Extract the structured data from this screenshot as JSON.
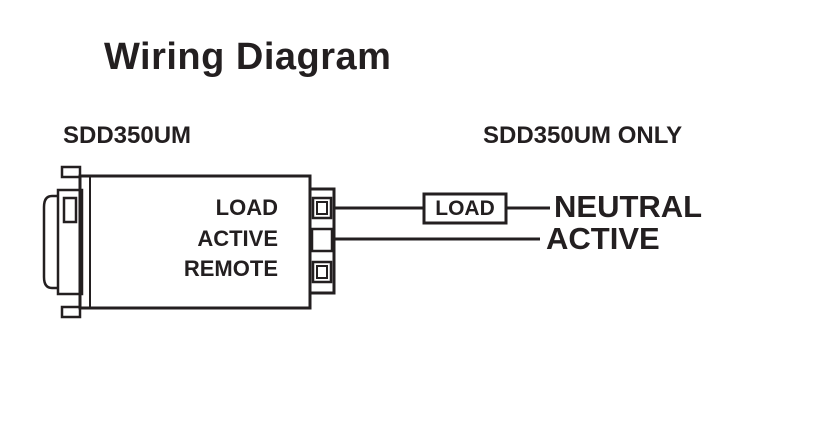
{
  "title": "Wiring Diagram",
  "labels": {
    "left": "SDD350UM",
    "right": "SDD350UM ONLY"
  },
  "device": {
    "terminals": [
      "LOAD",
      "ACTIVE",
      "REMOTE"
    ]
  },
  "wiring": {
    "load_box_label": "LOAD",
    "neutral_label": "NEUTRAL",
    "active_label": "ACTIVE"
  },
  "colors": {
    "line": "#231f20",
    "background": "#ffffff"
  }
}
